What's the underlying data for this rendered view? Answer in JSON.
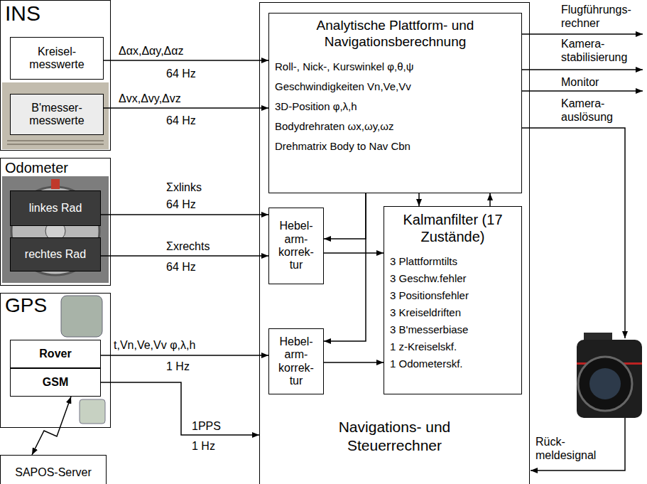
{
  "diagram": {
    "nodes": [
      {
        "text": [
          "INS"
        ]
      },
      {
        "text": [
          "Kreisel- messwerte"
        ],
        "in": 0
      },
      {
        "text": [
          "B'messer- messwerte"
        ],
        "in": 0
      },
      {
        "text": [
          "Odometer"
        ]
      },
      {
        "text": [
          "linkes Rad"
        ],
        "in": 3
      },
      {
        "text": [
          "rechtes Rad"
        ],
        "in": 3
      },
      {
        "text": [
          "GPS"
        ]
      },
      {
        "text": [
          "Rover"
        ],
        "in": 6
      },
      {
        "text": [
          "GSM"
        ],
        "in": 6
      },
      {
        "text": [
          "SAPOS-Server"
        ]
      },
      {
        "text": [
          "Navigations- und Steuerrechner"
        ]
      },
      {
        "text": [
          "Analytische Plattform- und Navigationsberechnung",
          "Roll-, Nick-, Kurswinkel φ,θ,ψ",
          "Geschwindigkeiten Vn,Ve,Vv",
          "3D-Position φ,λ,h",
          "Bodydrehraten ωx,ωy,ωz",
          "Drehmatrix Body to Nav Cbn"
        ],
        "in": 10
      },
      {
        "text": [
          "Hebel- arm- korrek- tur"
        ],
        "in": 10
      },
      {
        "text": [
          "Hebel- arm- korrek- tur"
        ],
        "in": 10
      },
      {
        "text": [
          "Kalmanfilter (17 Zustände)",
          "3 Plattformtilts",
          "3 Geschw.fehler",
          "3 Positionsfehler",
          "3 Kreiseldriften",
          "3 B'messerbiase",
          "1 z-Kreiselskf.",
          "1 Odometerskf."
        ],
        "in": 10
      }
    ],
    "edges": [
      {
        "from": 1,
        "to": 11,
        "arrow": "to",
        "label": "Δαx,Δαy,Δαz"
      },
      {
        "from": 2,
        "to": 11,
        "arrow": "to",
        "label": "Δvx,Δvy,Δvz"
      },
      {
        "from": 4,
        "to": 12,
        "arrow": "to",
        "label": "Σxlinks"
      },
      {
        "from": 5,
        "to": 12,
        "arrow": "to",
        "label": "Σxrechts"
      },
      {
        "from": 7,
        "to": 13,
        "arrow": "to",
        "label": "t,Vn,Ve,Vv φ,λ,h"
      },
      {
        "from": 8,
        "to": 10,
        "arrow": "to",
        "label": "1PPS"
      },
      {
        "from": 9,
        "to": 8,
        "arrow": "both"
      },
      {
        "from": 11,
        "to": 12,
        "arrow": "to"
      },
      {
        "from": 11,
        "to": 13,
        "arrow": "to"
      },
      {
        "from": 12,
        "to": 14,
        "arrow": "to"
      },
      {
        "from": 13,
        "to": 14,
        "arrow": "to"
      },
      {
        "from": 11,
        "to": 14,
        "arrow": "to"
      },
      {
        "from": 14,
        "to": 11,
        "arrow": "to"
      }
    ],
    "labels": [
      "64 Hz",
      "64 Hz",
      "64 Hz",
      "64 Hz",
      "1 Hz",
      "1 Hz",
      "Flugführungs- rechner",
      "Kamera- stabilisierung",
      "Monitor",
      "Kamera- auslösung",
      "Rück- meldesignal"
    ]
  }
}
